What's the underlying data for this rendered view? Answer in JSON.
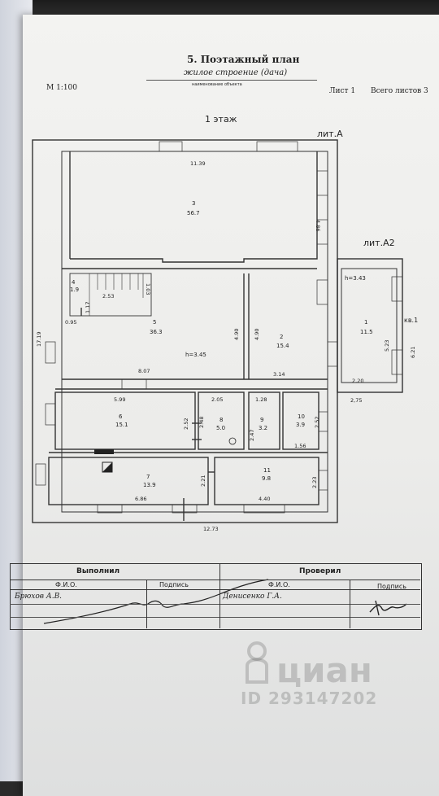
{
  "header": {
    "title": "5. Поэтажный план",
    "subtitle": "жилое строение (дача)",
    "caption": "наименование объекта",
    "scale": "М 1:100",
    "sheet": "Лист 1",
    "sheets_total": "Всего листов 3"
  },
  "plan": {
    "floor_label": "1 этаж",
    "lit_a": "лит.А",
    "lit_a2": "лит.А2",
    "apartment": "кв.1",
    "rooms": [
      {
        "no": "3",
        "area": "56.7"
      },
      {
        "no": "4",
        "area": "1.9"
      },
      {
        "no": "5",
        "area": "36.3"
      },
      {
        "no": "2",
        "area": "15.4"
      },
      {
        "no": "1",
        "area": "11.5"
      },
      {
        "no": "6",
        "area": "15.1"
      },
      {
        "no": "8",
        "area": "5.0"
      },
      {
        "no": "9",
        "area": "3.2"
      },
      {
        "no": "10",
        "area": "3.9"
      },
      {
        "no": "7",
        "area": "13.9"
      },
      {
        "no": "11",
        "area": "9.8"
      }
    ],
    "heights": {
      "main": "h=3.45",
      "annex": "h=3.43"
    },
    "dimensions": {
      "d1139": "11.39",
      "d486": "4.86",
      "d253": "2.53",
      "d117": "1.17",
      "d103": "1.03",
      "d095": "0.95",
      "d490a": "4.90",
      "d490b": "4.90",
      "d807": "8.07",
      "d314": "3.14",
      "d523": "5.23",
      "d621": "6.21",
      "d220": "2.20",
      "d275": "2,75",
      "d1719": "17.19",
      "d599": "5.99",
      "d205": "2.05",
      "d128": "1.28",
      "d252a": "2.52",
      "d248": "2.48",
      "d247": "2.47",
      "d252b": "2.52",
      "d156": "1.56",
      "d686": "6.86",
      "d221": "2.21",
      "d440": "4.40",
      "d223": "2.23",
      "d1273": "12.73"
    }
  },
  "stamp": {
    "performed": "Выполнил",
    "checked": "Проверил",
    "fio_label_1": "Ф.И.О.",
    "sign_label_1": "Подпись",
    "fio_label_2": "Ф.И.О.",
    "sign_label_2": "Подпись",
    "performer_name": "Брюхов А.В.",
    "checker_name": "Денисенко Г.А."
  },
  "watermark": {
    "brand": "циан",
    "id": "ID 293147202"
  }
}
